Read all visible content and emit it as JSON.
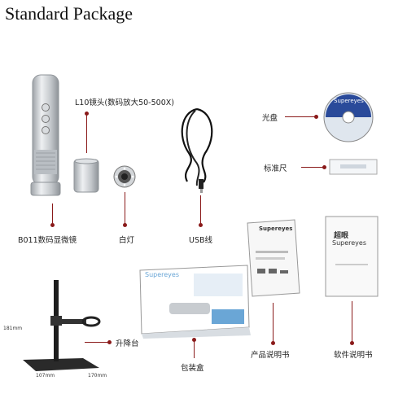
{
  "title": "Standard Package",
  "labels": {
    "lens": "L10镜头(数码放大50-500X)",
    "cd": "光盘",
    "ruler": "标准尺",
    "microscope": "B011数码显微镜",
    "light": "白灯",
    "usb": "USB线",
    "stand": "升降台",
    "box": "包装盒",
    "manual_product": "产品说明书",
    "manual_software": "软件说明书"
  },
  "brand": {
    "cd_text": "Supereyes",
    "manual_brand": "Supereyes",
    "manual_cn": "超眼",
    "box_brand": "Supereyes"
  },
  "dimensions": {
    "height": "181mm",
    "depth": "107mm",
    "width": "170mm"
  },
  "colors": {
    "accent": "#8a1a1a",
    "silver": "#c8ccd0",
    "box_blue": "#6aa6d6"
  }
}
